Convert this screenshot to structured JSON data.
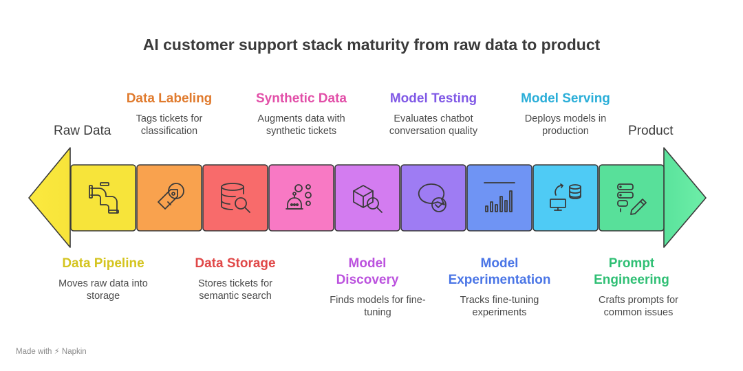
{
  "title": "AI customer support stack maturity from raw data to product",
  "start_label": "Raw Data",
  "end_label": "Product",
  "footer": {
    "made_with": "Made with",
    "brand": "Napkin"
  },
  "stages": [
    {
      "title": "Data Pipeline",
      "desc": "Moves raw data into storage",
      "color": "#f7e43a",
      "text_color": "#d4c41f",
      "icon": "pipe-icon"
    },
    {
      "title": "Data Labeling",
      "desc": "Tags tickets for classification",
      "color": "#f9a24e",
      "text_color": "#e07b2e",
      "icon": "tag-icon"
    },
    {
      "title": "Data Storage",
      "desc": "Stores tickets for semantic search",
      "color": "#f86b6b",
      "text_color": "#e04848",
      "icon": "database-search-icon"
    },
    {
      "title": "Synthetic Data",
      "desc": "Augments data with synthetic tickets",
      "color": "#f879c4",
      "text_color": "#e24fa8",
      "icon": "robot-bubbles-icon"
    },
    {
      "title": "Model Discovery",
      "desc": "Finds models for fine-tuning",
      "color": "#d37cf0",
      "text_color": "#bb52de",
      "icon": "cube-search-icon"
    },
    {
      "title": "Model Testing",
      "desc": "Evaluates chatbot conversation quality",
      "color": "#9e7cf3",
      "text_color": "#8059e6",
      "icon": "chat-check-icon"
    },
    {
      "title": "Model Experimentation",
      "desc": "Tracks fine-tuning experiments",
      "color": "#6f94f4",
      "text_color": "#4a75e6",
      "icon": "bar-chart-icon"
    },
    {
      "title": "Model Serving",
      "desc": "Deploys models in production",
      "color": "#4fcbf5",
      "text_color": "#2aaed8",
      "icon": "server-deploy-icon"
    },
    {
      "title": "Prompt Engineering",
      "desc": "Crafts prompts for common issues",
      "color": "#58e09a",
      "text_color": "#2fbf74",
      "icon": "list-pencil-icon"
    }
  ]
}
